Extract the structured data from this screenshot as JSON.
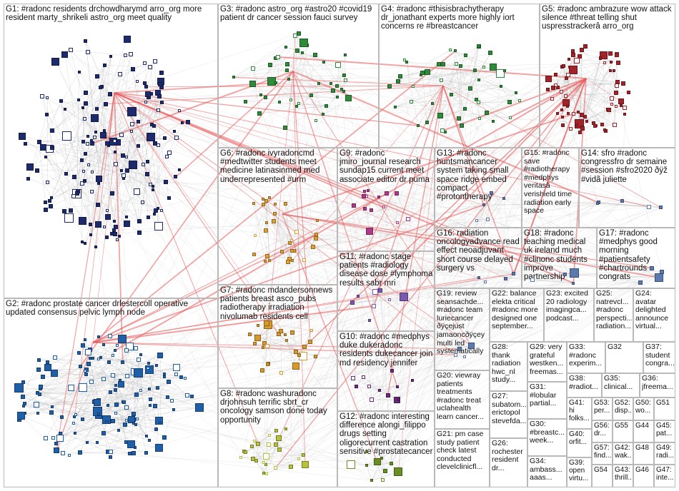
{
  "colors": {
    "edge_gray": "#b5b5b5",
    "edge_red": "#e8585a",
    "border": "#b9b9b9",
    "G1": "#1d2a6b",
    "G2": "#1f5fa8",
    "G3": "#2e8b3a",
    "G4": "#2e8b3a",
    "G5": "#a3232a",
    "G6": "#e0a230",
    "G7": "#d79a2a",
    "G8": "#b7c23a",
    "G9": "#b03a8a",
    "G10": "#6a2a7a",
    "G11": "#7a5ab0",
    "G12": "#6b8e23",
    "other": "#5a7ab0"
  },
  "groups": [
    {
      "id": "G1",
      "label": "G1: #radonc residents drchowdharymd arro_org more resident marty_shrikeli astro_org meet quality"
    },
    {
      "id": "G2",
      "label": "G2: #radonc prostate cancer drlestercoll operative updated consensus pelvic lymph node"
    },
    {
      "id": "G3",
      "label": "G3: #radonc astro_org #astro20 #covid19 patient dr cancer session fauci survey"
    },
    {
      "id": "G4",
      "label": "G4: #radonc #thisisbrachytherapy dr_jonathant experts more highly iort concerns re #breastcancer"
    },
    {
      "id": "G5",
      "label": "G5: #radonc ambrazure wow attack silence #threat telling shut uspresstrackerâ arro_org"
    },
    {
      "id": "G6",
      "label": "G6: #radonc ivyradoncmd #medtwitter students meet medicine latinasinmed med underrepresented #urm"
    },
    {
      "id": "G7",
      "label": "G7: #radonc mdandersonnews patients breast asco_pubs radiotherapy irradiation nivolumab residents cell"
    },
    {
      "id": "G8",
      "label": "G8: #radonc washuradonc drjohnsuh terrific sbrt_cr oncology samson done today opportunity"
    },
    {
      "id": "G9",
      "label": "G9: #radonc jmiro_journal research sundap15 current meet associate editor dr puma"
    },
    {
      "id": "G10",
      "label": "G10: #radonc #medphys duke dukeradonc residents dukecancer join md residency jennifer"
    },
    {
      "id": "G11",
      "label": "G11: #radonc stage patients #radiology disease dose #lymphoma results sabr mri"
    },
    {
      "id": "G12",
      "label": "G12: #radonc interesting difference alongi_filippo drugs setting oligorecurrent castration sensitive #prostatecancer"
    },
    {
      "id": "G13",
      "label": "G13: #radonc huntsmancancer system taking small space ridge embed compact #protontherapy"
    },
    {
      "id": "G14",
      "label": "G14: sfro #radonc congressfro dr semaine #session #sfro2020 ðÿž #vidã juliette"
    },
    {
      "id": "G15",
      "label": "G15: #radonc save #radiotherapy #medphys veritasã verishield time radiation early space"
    },
    {
      "id": "G16",
      "label": "G16: radiation oncologyadvance read effect neoadjuvant short course delayed surgery vs"
    },
    {
      "id": "G17",
      "label": "G17: #radonc #medphys good morning #patientsafety #chartrounds congrats"
    },
    {
      "id": "G18",
      "label": "G18: #radonc teaching medical uk ireland much #clinonc students improve partnership"
    },
    {
      "id": "G19",
      "label": "G19: review seansachde... #radonc team luriecancer ðÿçejust jamaoncðÿçey multi led systematically"
    },
    {
      "id": "G20",
      "label": "G20: viewray patients treatments #radonc treat uclahealth learn cancer..."
    },
    {
      "id": "G21",
      "label": "G21: pm case study patient check latest conducted clevelclinicfl..."
    },
    {
      "id": "G22",
      "label": "G22: balance elekta critical #radonc more designed one september..."
    },
    {
      "id": "G23",
      "label": "G23: excited 20 radiology imagingca... podcast..."
    },
    {
      "id": "G24",
      "label": "G24: avatar delighted announce virtual..."
    },
    {
      "id": "G25",
      "label": "G25: natrevcl... #radonc perspecti... radiation..."
    },
    {
      "id": "G26",
      "label": "G26: rochester resident dr..."
    },
    {
      "id": "G27",
      "label": "G27: subatom... erictopol stevefda..."
    },
    {
      "id": "G28",
      "label": "G28: thank radiation hwc_nl study..."
    },
    {
      "id": "G29",
      "label": "G29: very grateful westken... freemas..."
    },
    {
      "id": "G30",
      "label": "G30: #breastc... week..."
    },
    {
      "id": "G31",
      "label": "G31: #lobular partial..."
    },
    {
      "id": "G32",
      "label": "G32"
    },
    {
      "id": "G33",
      "label": "G33: #radonc experim..."
    },
    {
      "id": "G34",
      "label": "G34: ambass... aaas..."
    },
    {
      "id": "G35",
      "label": "G35: clinical..."
    },
    {
      "id": "G36",
      "label": "G36: jfreema..."
    },
    {
      "id": "G37",
      "label": "G37: student congra..."
    },
    {
      "id": "G38",
      "label": "G38: #radiot..."
    },
    {
      "id": "G39",
      "label": "G39: open virtu..."
    },
    {
      "id": "G40",
      "label": "G40: orfit..."
    },
    {
      "id": "G41",
      "label": "G41: hi folks..."
    },
    {
      "id": "G42",
      "label": "G42: wak..."
    },
    {
      "id": "G43",
      "label": "G43: thrill..."
    },
    {
      "id": "G44",
      "label": "G44"
    },
    {
      "id": "G45",
      "label": "G45: pat..."
    },
    {
      "id": "G46",
      "label": "G46"
    },
    {
      "id": "G47",
      "label": "G47: inte..."
    },
    {
      "id": "G48",
      "label": "G48"
    },
    {
      "id": "G49",
      "label": "G49: radi..."
    },
    {
      "id": "G50",
      "label": "G50: wo..."
    },
    {
      "id": "G51",
      "label": "G51"
    },
    {
      "id": "G52",
      "label": "G52: disp..."
    },
    {
      "id": "G53",
      "label": "G53: per..."
    },
    {
      "id": "G54",
      "label": "G54"
    },
    {
      "id": "G55",
      "label": "G55"
    },
    {
      "id": "G56",
      "label": "G56: dr..."
    },
    {
      "id": "G57",
      "label": "G57: find..."
    }
  ]
}
